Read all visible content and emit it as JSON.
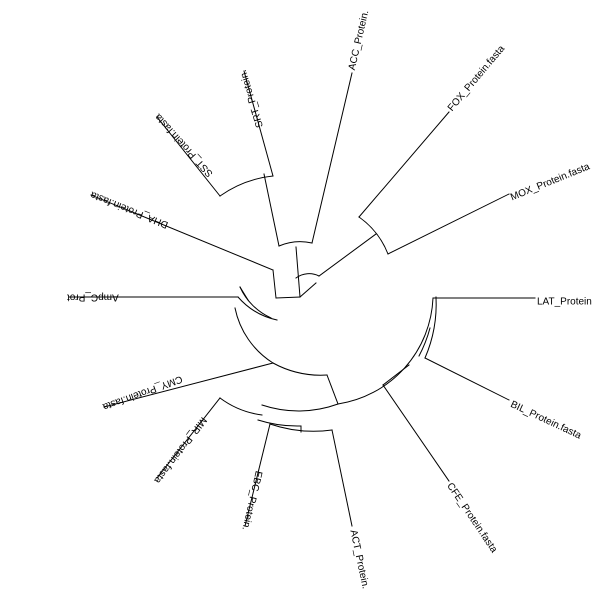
{
  "tree": {
    "line_color": "#000000",
    "background": "#ffffff",
    "leaves": [
      {
        "id": "lat",
        "label": "LAT_Protein"
      },
      {
        "id": "bil",
        "label": "BIL_Protein.fasta"
      },
      {
        "id": "cfe",
        "label": "CFE_Protein.fasta"
      },
      {
        "id": "act",
        "label": "ACT_Protein."
      },
      {
        "id": "ebc",
        "label": "EBC_Protein."
      },
      {
        "id": "mir",
        "label": "MIR_Protein.fasta"
      },
      {
        "id": "cmy",
        "label": "CMY_Protein.fasta"
      },
      {
        "id": "ampc",
        "label": "AmpC_Prot"
      },
      {
        "id": "dha",
        "label": "DHA_Protein.fasta"
      },
      {
        "id": "sst",
        "label": "SST_Protein.fasta"
      },
      {
        "id": "srt",
        "label": "SRT_Protein."
      },
      {
        "id": "acc",
        "label": "ACC_Protein."
      },
      {
        "id": "fox",
        "label": "FOX_Protein.fasta"
      },
      {
        "id": "mox",
        "label": "MOX_Protein.fasta"
      }
    ]
  }
}
